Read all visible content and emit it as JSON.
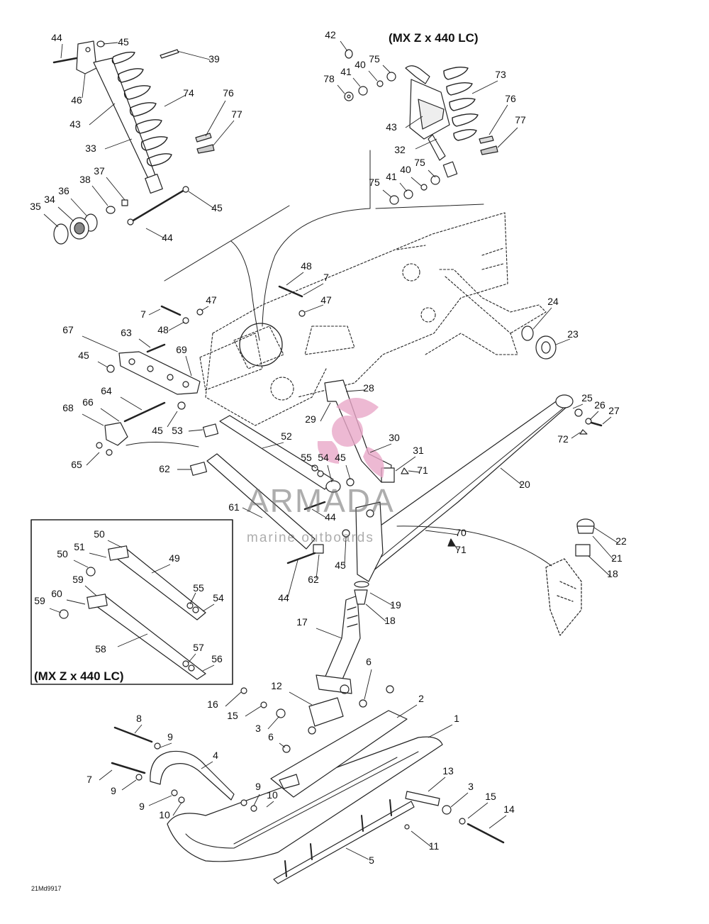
{
  "captions": {
    "top_variant": "(MX Z x 440 LC)",
    "inset_variant": "(MX Z x 440 LC)",
    "drawing_code": "21Md9917"
  },
  "watermark": {
    "brand": "ARMADA",
    "tagline": "marine outboards",
    "color_pink": "#e8a8c8",
    "color_gray": "#6b6b6b"
  },
  "callouts": [
    {
      "id": "c44a",
      "label": "44"
    },
    {
      "id": "c45a",
      "label": "45"
    },
    {
      "id": "c39",
      "label": "39"
    },
    {
      "id": "c46",
      "label": "46"
    },
    {
      "id": "c74",
      "label": "74"
    },
    {
      "id": "c76a",
      "label": "76"
    },
    {
      "id": "c77a",
      "label": "77"
    },
    {
      "id": "c43a",
      "label": "43"
    },
    {
      "id": "c33",
      "label": "33"
    },
    {
      "id": "c37",
      "label": "37"
    },
    {
      "id": "c38",
      "label": "38"
    },
    {
      "id": "c36",
      "label": "36"
    },
    {
      "id": "c34",
      "label": "34"
    },
    {
      "id": "c35",
      "label": "35"
    },
    {
      "id": "c45b",
      "label": "45"
    },
    {
      "id": "c44b",
      "label": "44"
    },
    {
      "id": "c42",
      "label": "42"
    },
    {
      "id": "c75a",
      "label": "75"
    },
    {
      "id": "c40a",
      "label": "40"
    },
    {
      "id": "c41a",
      "label": "41"
    },
    {
      "id": "c78",
      "label": "78"
    },
    {
      "id": "c73",
      "label": "73"
    },
    {
      "id": "c76b",
      "label": "76"
    },
    {
      "id": "c77b",
      "label": "77"
    },
    {
      "id": "c43b",
      "label": "43"
    },
    {
      "id": "c32",
      "label": "32"
    },
    {
      "id": "c40b",
      "label": "40"
    },
    {
      "id": "c75b",
      "label": "75"
    },
    {
      "id": "c41b",
      "label": "41"
    },
    {
      "id": "c75c",
      "label": "75"
    },
    {
      "id": "c48a",
      "label": "48"
    },
    {
      "id": "c7a",
      "label": "7"
    },
    {
      "id": "c47a",
      "label": "47"
    },
    {
      "id": "c47b",
      "label": "47"
    },
    {
      "id": "c7b",
      "label": "7"
    },
    {
      "id": "c48b",
      "label": "48"
    },
    {
      "id": "c24",
      "label": "24"
    },
    {
      "id": "c23",
      "label": "23"
    },
    {
      "id": "c67",
      "label": "67"
    },
    {
      "id": "c63",
      "label": "63"
    },
    {
      "id": "c69",
      "label": "69"
    },
    {
      "id": "c45c",
      "label": "45"
    },
    {
      "id": "c28",
      "label": "28"
    },
    {
      "id": "c64",
      "label": "64"
    },
    {
      "id": "c25",
      "label": "25"
    },
    {
      "id": "c26",
      "label": "26"
    },
    {
      "id": "c27",
      "label": "27"
    },
    {
      "id": "c68",
      "label": "68"
    },
    {
      "id": "c66",
      "label": "66"
    },
    {
      "id": "c29",
      "label": "29"
    },
    {
      "id": "c45d",
      "label": "45"
    },
    {
      "id": "c53",
      "label": "53"
    },
    {
      "id": "c72",
      "label": "72"
    },
    {
      "id": "c52",
      "label": "52"
    },
    {
      "id": "c30",
      "label": "30"
    },
    {
      "id": "c65",
      "label": "65"
    },
    {
      "id": "c31",
      "label": "31"
    },
    {
      "id": "c71a",
      "label": "71"
    },
    {
      "id": "c55a",
      "label": "55"
    },
    {
      "id": "c54a",
      "label": "54"
    },
    {
      "id": "c45e",
      "label": "45"
    },
    {
      "id": "c62a",
      "label": "62"
    },
    {
      "id": "c20",
      "label": "20"
    },
    {
      "id": "c61",
      "label": "61"
    },
    {
      "id": "c44c",
      "label": "44"
    },
    {
      "id": "c50a",
      "label": "50"
    },
    {
      "id": "c70",
      "label": "70"
    },
    {
      "id": "c22",
      "label": "22"
    },
    {
      "id": "c51",
      "label": "51"
    },
    {
      "id": "c50b",
      "label": "50"
    },
    {
      "id": "c71b",
      "label": "71"
    },
    {
      "id": "c49",
      "label": "49"
    },
    {
      "id": "c45f",
      "label": "45"
    },
    {
      "id": "c21",
      "label": "21"
    },
    {
      "id": "c59a",
      "label": "59"
    },
    {
      "id": "c18a",
      "label": "18"
    },
    {
      "id": "c44d",
      "label": "44"
    },
    {
      "id": "c62b",
      "label": "62"
    },
    {
      "id": "c55b",
      "label": "55"
    },
    {
      "id": "c60",
      "label": "60"
    },
    {
      "id": "c19",
      "label": "19"
    },
    {
      "id": "c54b",
      "label": "54"
    },
    {
      "id": "c59b",
      "label": "59"
    },
    {
      "id": "c18b",
      "label": "18"
    },
    {
      "id": "c17",
      "label": "17"
    },
    {
      "id": "c58",
      "label": "58"
    },
    {
      "id": "c57",
      "label": "57"
    },
    {
      "id": "c56",
      "label": "56"
    },
    {
      "id": "c6a",
      "label": "6"
    },
    {
      "id": "c12",
      "label": "12"
    },
    {
      "id": "c16",
      "label": "16"
    },
    {
      "id": "c2",
      "label": "2"
    },
    {
      "id": "c15a",
      "label": "15"
    },
    {
      "id": "c1",
      "label": "1"
    },
    {
      "id": "c3a",
      "label": "3"
    },
    {
      "id": "c6b",
      "label": "6"
    },
    {
      "id": "c8",
      "label": "8"
    },
    {
      "id": "c9a",
      "label": "9"
    },
    {
      "id": "c4",
      "label": "4"
    },
    {
      "id": "c13",
      "label": "13"
    },
    {
      "id": "c7c",
      "label": "7"
    },
    {
      "id": "c9b",
      "label": "9"
    },
    {
      "id": "c3b",
      "label": "3"
    },
    {
      "id": "c9c",
      "label": "9"
    },
    {
      "id": "c10a",
      "label": "10"
    },
    {
      "id": "c15b",
      "label": "15"
    },
    {
      "id": "c9d",
      "label": "9"
    },
    {
      "id": "c14",
      "label": "14"
    },
    {
      "id": "c10b",
      "label": "10"
    },
    {
      "id": "c11",
      "label": "11"
    },
    {
      "id": "c5",
      "label": "5"
    }
  ]
}
